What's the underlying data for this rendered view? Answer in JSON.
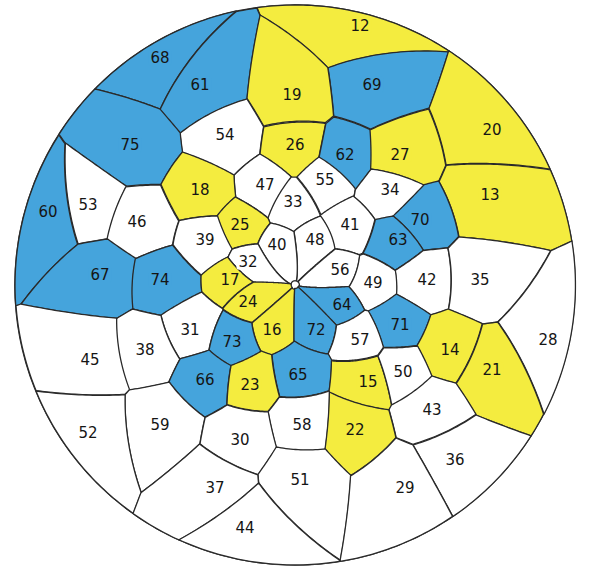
{
  "diagram": {
    "nodes": [
      {
        "text": [
          "12"
        ]
      },
      {
        "text": [
          "68"
        ]
      },
      {
        "text": [
          "61"
        ]
      },
      {
        "text": [
          "69"
        ]
      },
      {
        "text": [
          "19"
        ]
      },
      {
        "text": [
          "20"
        ]
      },
      {
        "text": [
          "54"
        ]
      },
      {
        "text": [
          "75"
        ]
      },
      {
        "text": [
          "26"
        ]
      },
      {
        "text": [
          "62"
        ]
      },
      {
        "text": [
          "27"
        ]
      },
      {
        "text": [
          "55"
        ]
      },
      {
        "text": [
          "47"
        ]
      },
      {
        "text": [
          "18"
        ]
      },
      {
        "text": [
          "34"
        ]
      },
      {
        "text": [
          "13"
        ]
      },
      {
        "text": [
          "33"
        ]
      },
      {
        "text": [
          "53"
        ]
      },
      {
        "text": [
          "60"
        ]
      },
      {
        "text": [
          "70"
        ]
      },
      {
        "text": [
          "46"
        ]
      },
      {
        "text": [
          "25"
        ]
      },
      {
        "text": [
          "41"
        ]
      },
      {
        "text": [
          "48"
        ]
      },
      {
        "text": [
          "39"
        ]
      },
      {
        "text": [
          "63"
        ]
      },
      {
        "text": [
          "40"
        ]
      },
      {
        "text": [
          "32"
        ]
      },
      {
        "text": [
          "56"
        ]
      },
      {
        "text": [
          "67"
        ]
      },
      {
        "text": [
          "74"
        ]
      },
      {
        "text": [
          "17"
        ]
      },
      {
        "text": [
          "42"
        ]
      },
      {
        "text": [
          "35"
        ]
      },
      {
        "text": [
          "49"
        ]
      },
      {
        "text": [
          "24"
        ]
      },
      {
        "text": [
          "64"
        ]
      },
      {
        "text": [
          "71"
        ]
      },
      {
        "text": [
          "16"
        ]
      },
      {
        "text": [
          "72"
        ]
      },
      {
        "text": [
          "31"
        ]
      },
      {
        "text": [
          "73"
        ]
      },
      {
        "text": [
          "57"
        ]
      },
      {
        "text": [
          "28"
        ]
      },
      {
        "text": [
          "38"
        ]
      },
      {
        "text": [
          "14"
        ]
      },
      {
        "text": [
          "45"
        ]
      },
      {
        "text": [
          "21"
        ]
      },
      {
        "text": [
          "65"
        ]
      },
      {
        "text": [
          "15"
        ]
      },
      {
        "text": [
          "50"
        ]
      },
      {
        "text": [
          "66"
        ]
      },
      {
        "text": [
          "23"
        ]
      },
      {
        "text": [
          "43"
        ]
      },
      {
        "text": [
          "59"
        ]
      },
      {
        "text": [
          "58"
        ]
      },
      {
        "text": [
          "22"
        ]
      },
      {
        "text": [
          "52"
        ]
      },
      {
        "text": [
          "30"
        ]
      },
      {
        "text": [
          "36"
        ]
      },
      {
        "text": [
          "51"
        ]
      },
      {
        "text": [
          "29"
        ]
      },
      {
        "text": [
          "37"
        ]
      },
      {
        "text": [
          "44"
        ]
      }
    ]
  }
}
